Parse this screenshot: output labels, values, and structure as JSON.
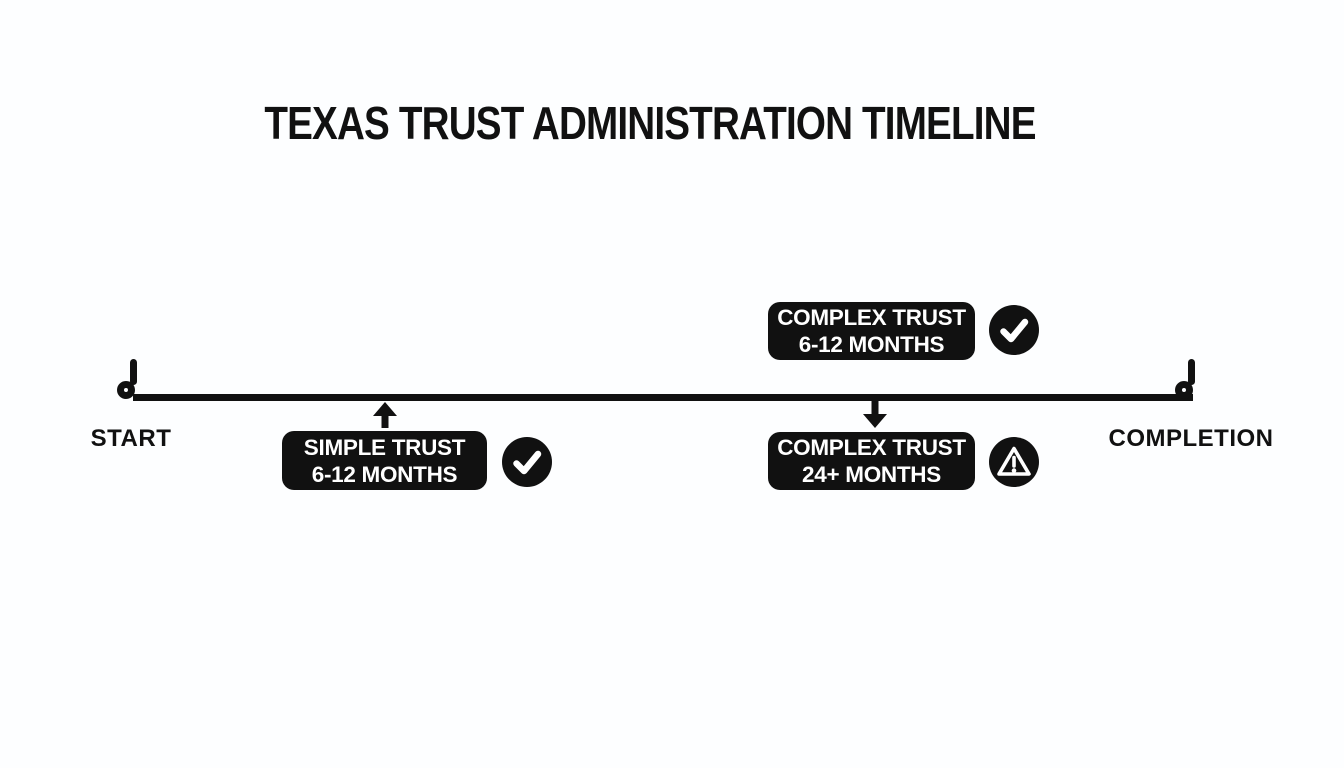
{
  "title": "TEXAS TRUST ADMINISTRATION TIMELINE",
  "timeline": {
    "start_label": "START",
    "end_label": "COMPLETION",
    "events": [
      {
        "line1": "COMPLEX TRUST",
        "line2": "6-12 MONTHS",
        "icon": "check-icon",
        "side": "above"
      },
      {
        "line1": "SIMPLE TRUST",
        "line2": "6-12 MONTHS",
        "icon": "check-icon",
        "side": "below"
      },
      {
        "line1": "COMPLEX TRUST",
        "line2": "24+ MONTHS",
        "icon": "warning-icon",
        "side": "below"
      }
    ]
  },
  "colors": {
    "ink": "#111111",
    "background": "#fdfeff",
    "box_text": "#ffffff"
  }
}
